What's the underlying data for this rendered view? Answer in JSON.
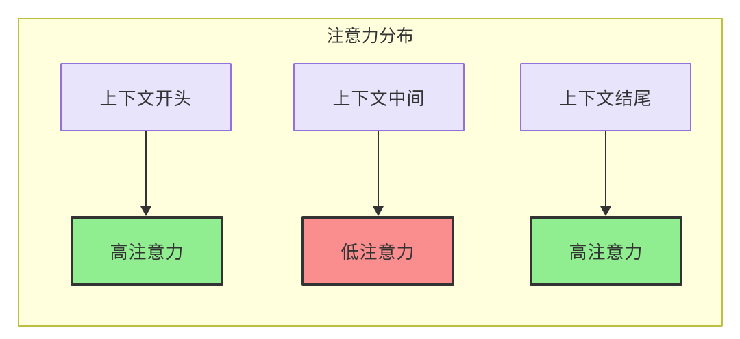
{
  "diagram": {
    "title": "注意力分布",
    "type": "flowchart",
    "background": "#ffffff",
    "container": {
      "fill": "#ffffdd",
      "stroke": "#bfbf3f"
    },
    "palette": {
      "context_fill": "#e8e4fb",
      "context_stroke": "#9370db",
      "high_attention_fill": "#90ee90",
      "low_attention_fill": "#fa8e8e",
      "node_stroke": "#333333",
      "text": "#333333"
    },
    "context_nodes": [
      {
        "id": "ctx-start",
        "label": "上下文开头"
      },
      {
        "id": "ctx-middle",
        "label": "上下文中间"
      },
      {
        "id": "ctx-end",
        "label": "上下文结尾"
      }
    ],
    "attention_nodes": [
      {
        "id": "att-start",
        "label": "高注意力",
        "level": "high"
      },
      {
        "id": "att-middle",
        "label": "低注意力",
        "level": "low"
      },
      {
        "id": "att-end",
        "label": "高注意力",
        "level": "high"
      }
    ],
    "edges": [
      {
        "from": "ctx-start",
        "to": "att-start"
      },
      {
        "from": "ctx-middle",
        "to": "att-middle"
      },
      {
        "from": "ctx-end",
        "to": "att-end"
      }
    ]
  }
}
